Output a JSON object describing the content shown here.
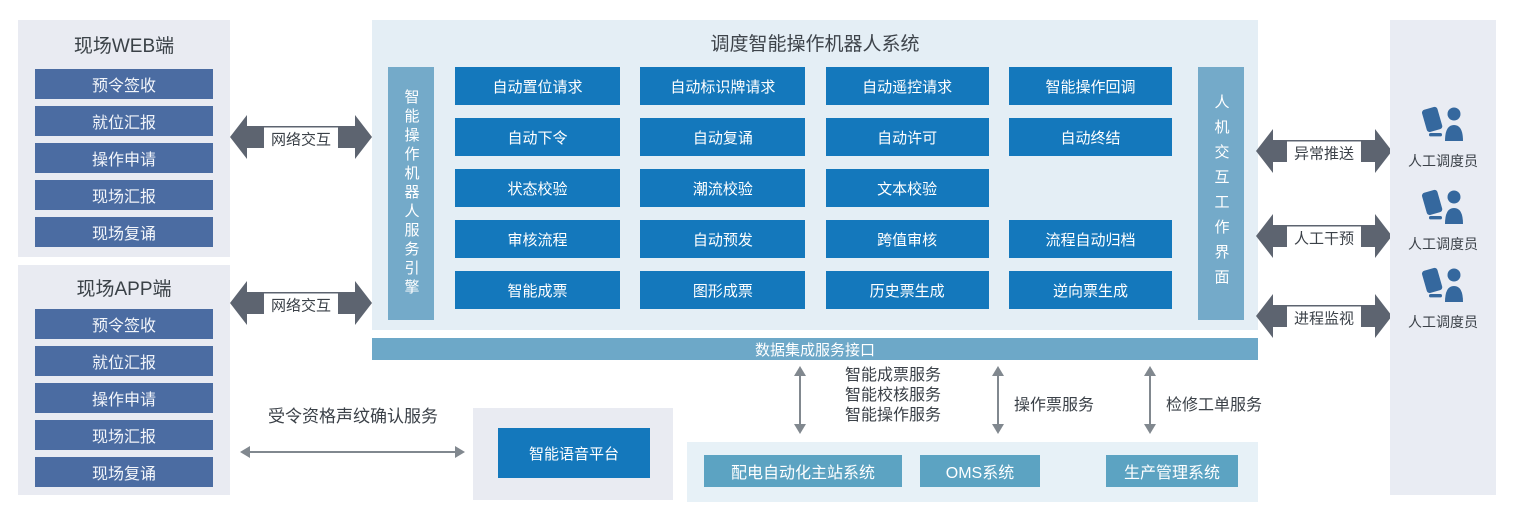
{
  "colors": {
    "button_blue": "#1478bc",
    "slate_blue": "#4b6ca2",
    "bar_teal": "#74aac9",
    "bus_teal": "#6da8c8",
    "system_teal": "#5ca3c2",
    "main_panel_bg": "#e4eef5",
    "side_panel_bg": "#e9ebf2",
    "systems_panel_bg": "#e7f1f7",
    "arrow_dark": "#5d6470",
    "arrow_thin": "#81888f",
    "icon_blue": "#35689e",
    "text_dark": "#3b4148"
  },
  "web_panel": {
    "title": "现场WEB端",
    "items": [
      "预令签收",
      "就位汇报",
      "操作申请",
      "现场汇报",
      "现场复诵"
    ]
  },
  "app_panel": {
    "title": "现场APP端",
    "items": [
      "预令签收",
      "就位汇报",
      "操作申请",
      "现场汇报",
      "现场复诵"
    ]
  },
  "network_links": {
    "web_label": "网络交互",
    "app_label": "网络交互"
  },
  "main": {
    "title": "调度智能操作机器人系统",
    "engine_bar": "智能操作机器人服务引擎",
    "hmi_bar": "人机交互工作界面",
    "grid": [
      [
        "自动置位请求",
        "自动标识牌请求",
        "自动遥控请求",
        "智能操作回调"
      ],
      [
        "自动下令",
        "自动复诵",
        "自动许可",
        "自动终结"
      ],
      [
        "状态校验",
        "潮流校验",
        "文本校验",
        ""
      ],
      [
        "审核流程",
        "自动预发",
        "跨值审核",
        "流程自动归档"
      ],
      [
        "智能成票",
        "图形成票",
        "历史票生成",
        "逆向票生成"
      ]
    ]
  },
  "data_bus_label": "数据集成服务接口",
  "integration": {
    "link1_lines": [
      "智能成票服务",
      "智能校核服务",
      "智能操作服务"
    ],
    "link2_label": "操作票服务",
    "link3_label": "检修工单服务"
  },
  "downstream_systems": [
    "配电自动化主站系统",
    "OMS系统",
    "生产管理系统"
  ],
  "voice": {
    "service_label": "受令资格声纹确认服务",
    "platform_label": "智能语音平台"
  },
  "hmi_links": [
    {
      "label": "异常推送"
    },
    {
      "label": "人工干预"
    },
    {
      "label": "进程监视"
    }
  ],
  "dispatchers": [
    {
      "label": "人工调度员"
    },
    {
      "label": "人工调度员"
    },
    {
      "label": "人工调度员"
    }
  ]
}
